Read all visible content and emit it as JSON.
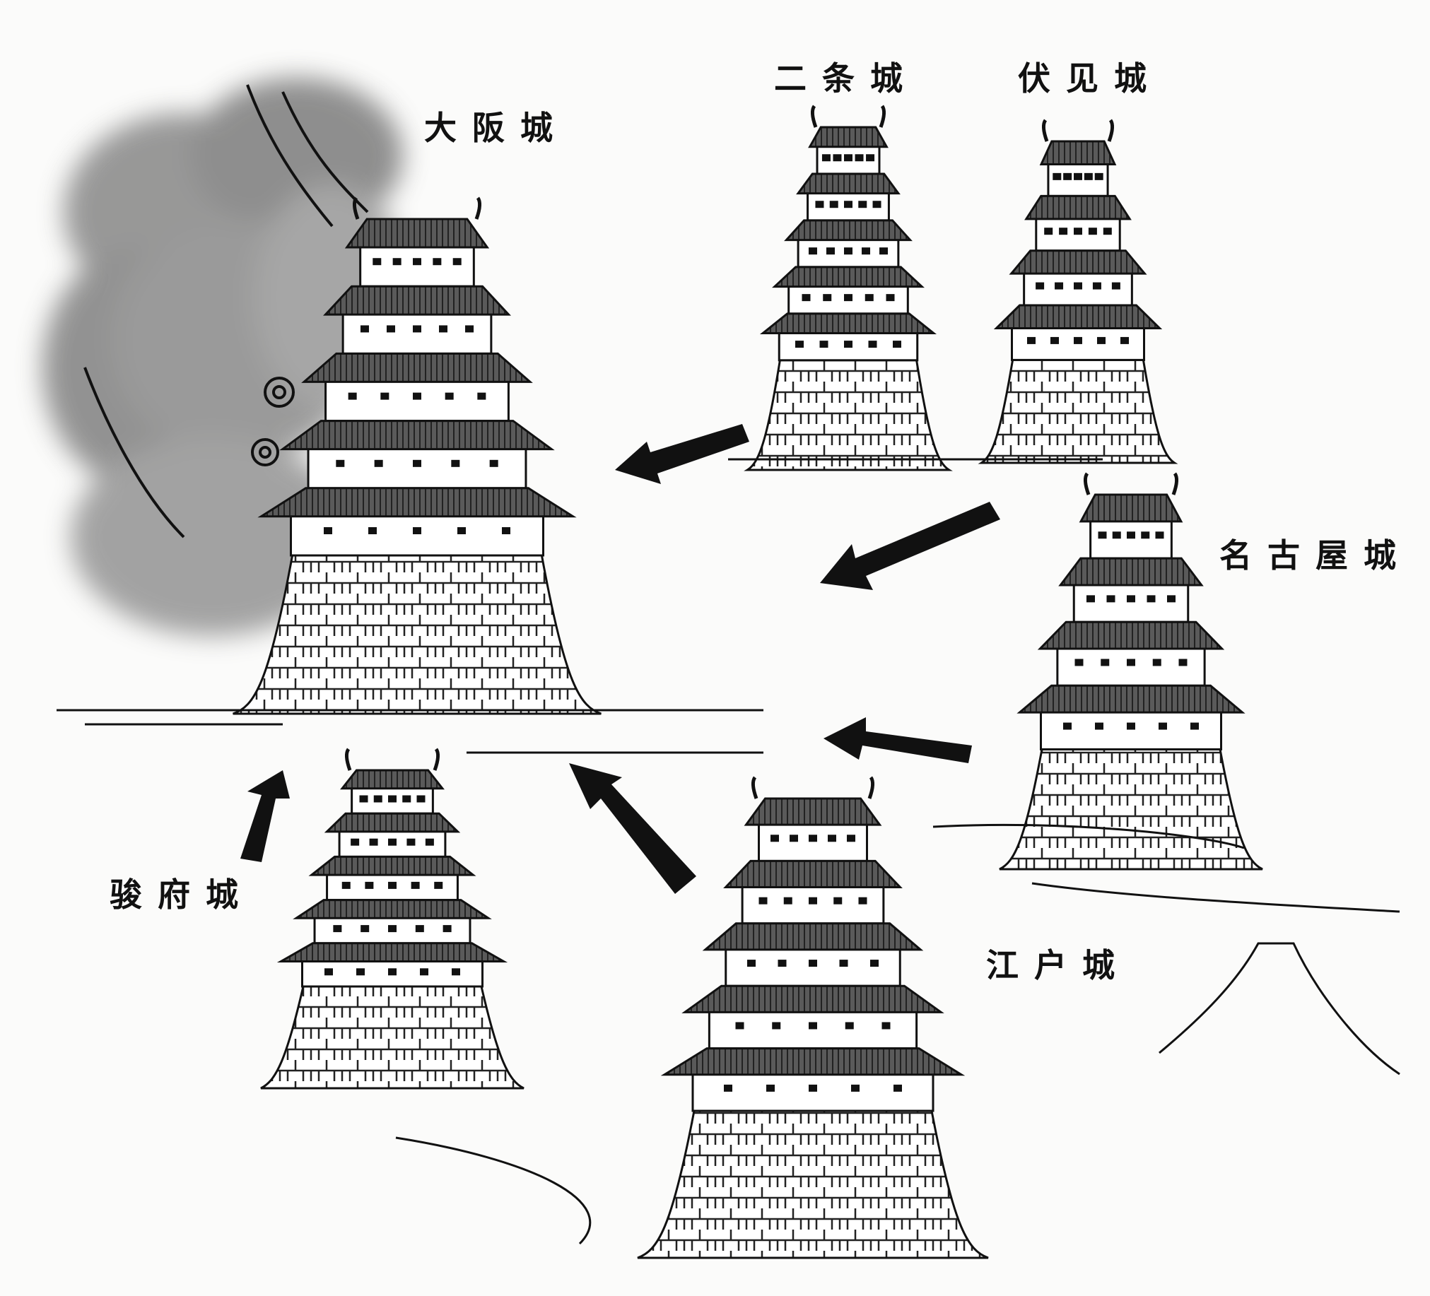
{
  "illustration": {
    "theme": "Japanese castles converging on Osaka Castle",
    "colors": {
      "ink": "#111111",
      "smoke": "#6e6e6e",
      "roof": "#4a4a4a",
      "paper": "#fbfbfa"
    },
    "castles": [
      {
        "id": "osaka",
        "label": "大阪城",
        "note": "engulfed in smoke"
      },
      {
        "id": "nijo",
        "label": "二条城"
      },
      {
        "id": "fushimi",
        "label": "伏见城"
      },
      {
        "id": "nagoya",
        "label": "名古屋城"
      },
      {
        "id": "sunpu",
        "label": "骏府城"
      },
      {
        "id": "edo",
        "label": "江户城"
      }
    ],
    "arrows": [
      {
        "from": "nijo",
        "to": "osaka"
      },
      {
        "from": "fushimi",
        "to": "osaka"
      },
      {
        "from": "nagoya",
        "to": "osaka"
      },
      {
        "from": "edo",
        "to": "osaka"
      },
      {
        "from": "sunpu",
        "to": "osaka"
      }
    ],
    "decor": [
      "smoke-cloud",
      "mount-fuji",
      "wave-lines"
    ]
  }
}
